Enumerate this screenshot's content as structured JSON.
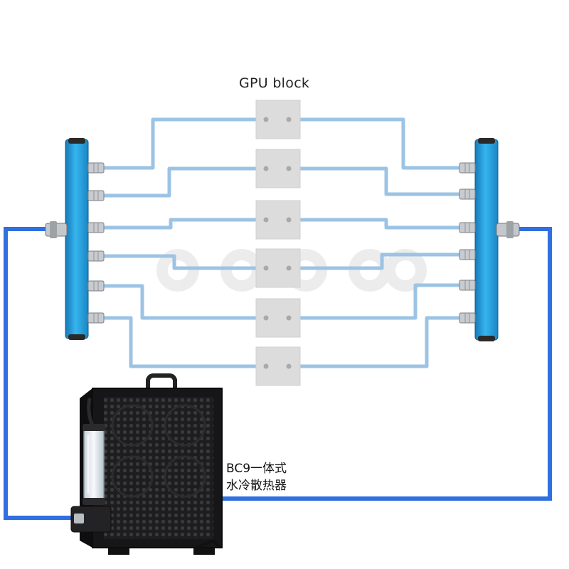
{
  "diagram": {
    "gpu_label": "GPU block",
    "cooler_label_line1": "BC9一体式",
    "cooler_label_line2": "水冷散热器",
    "colors": {
      "tube_light": "#9cc3e4",
      "tube_main": "#2f6fe0",
      "manifold": "#1f9fd6",
      "block": "#dcdcdc"
    },
    "gpu_block_count": 6,
    "manifold_ports_per_side": 6
  }
}
